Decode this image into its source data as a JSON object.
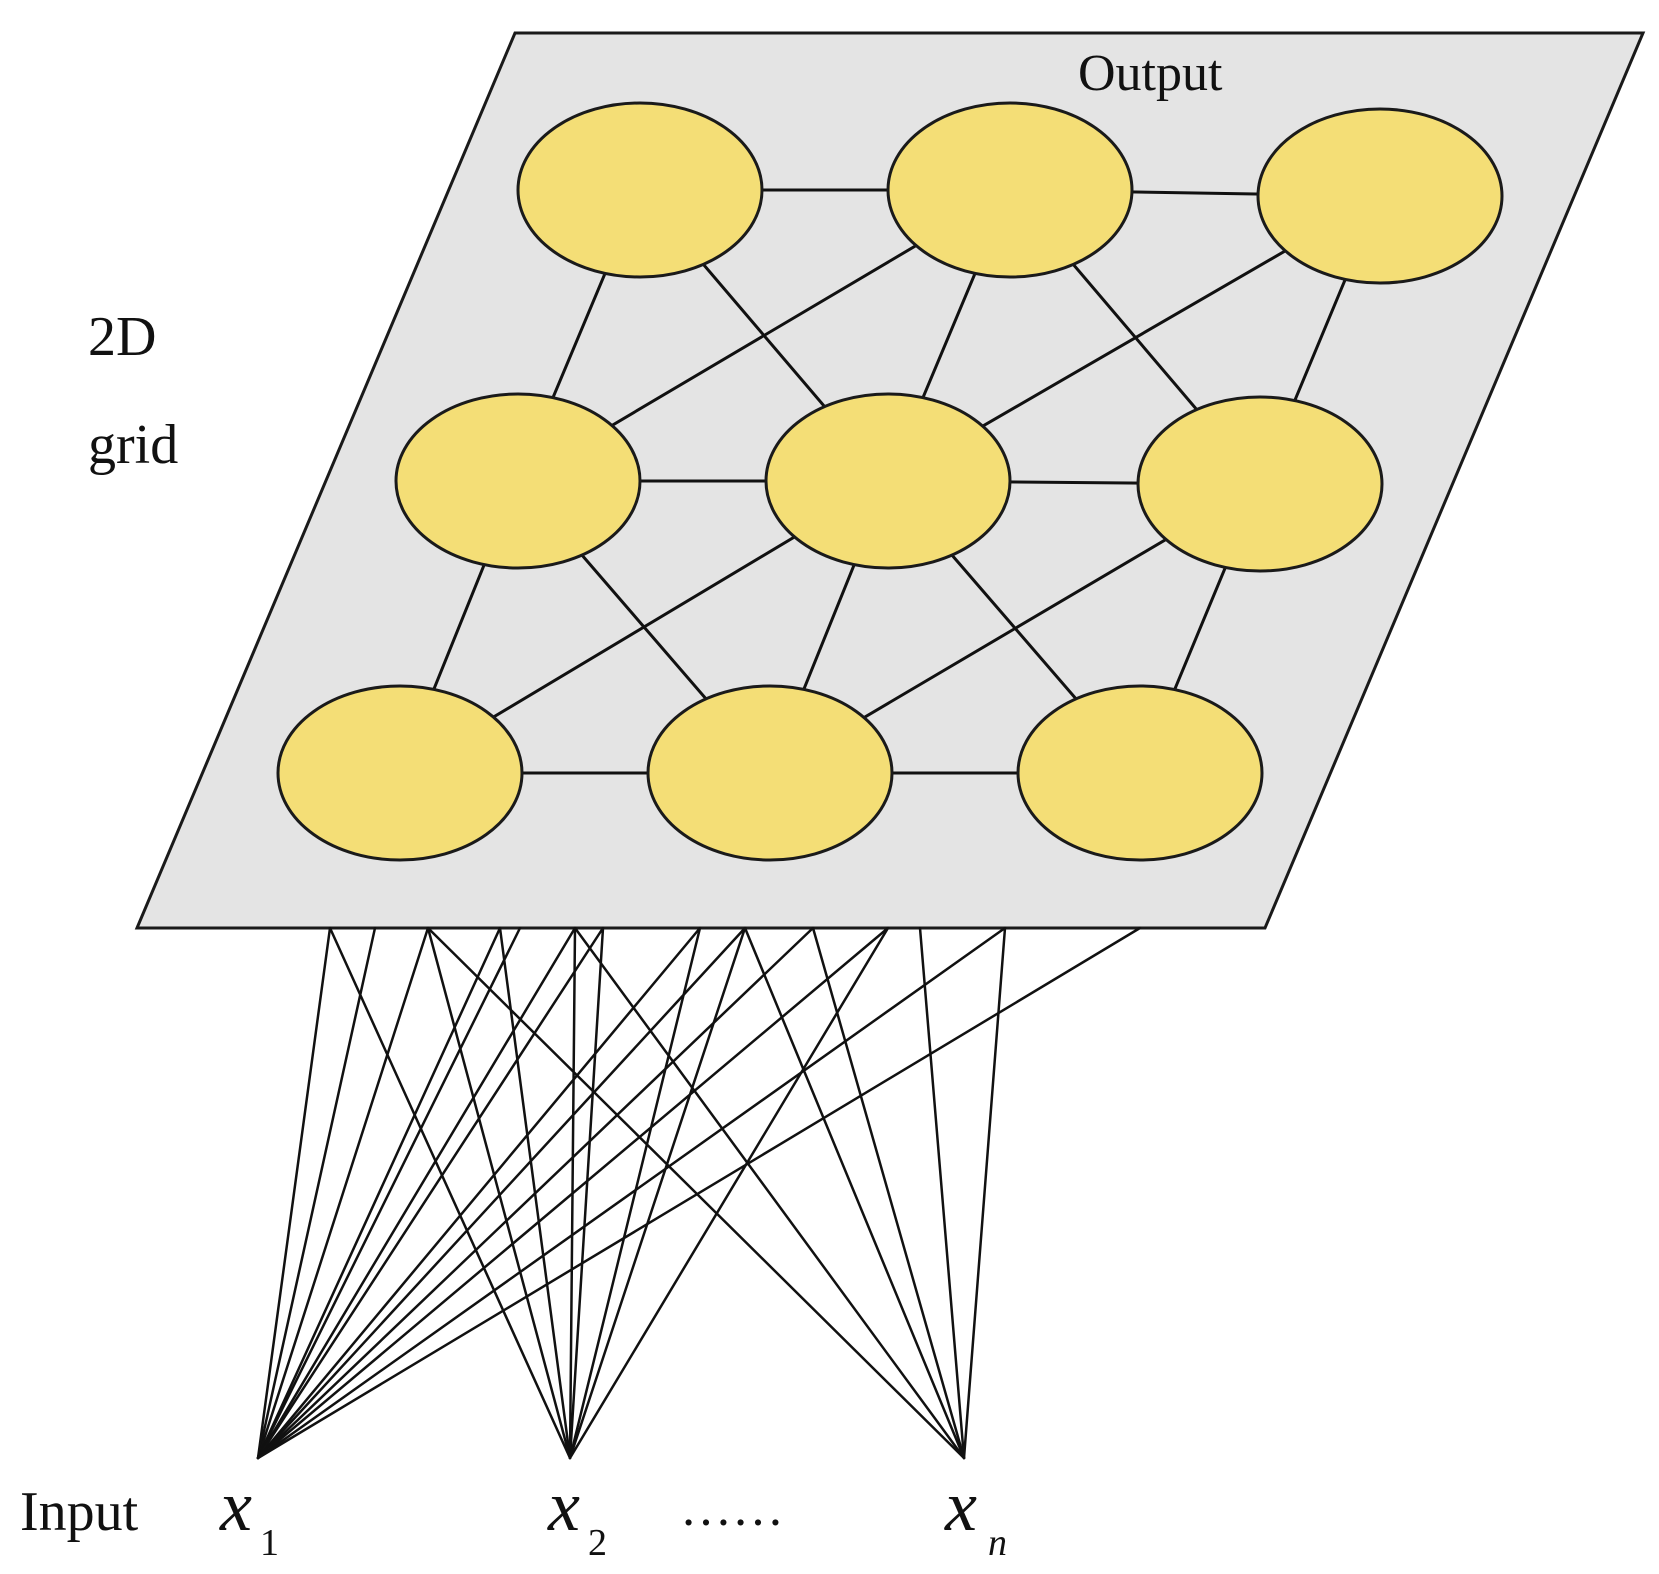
{
  "labels": {
    "output": "Output",
    "grid_line1": "2D",
    "grid_line2": "grid",
    "input": "Input",
    "ellipsis": "……"
  },
  "inputs": [
    {
      "var": "x",
      "sub": "1"
    },
    {
      "var": "x",
      "sub": "2"
    },
    {
      "var": "x",
      "sub": "n"
    }
  ],
  "colors": {
    "plane_fill": "#e4e4e4",
    "plane_stroke": "#1a1a1a",
    "node_fill": "#f4de76",
    "node_stroke": "#1a1a1a",
    "line": "#111111"
  },
  "grid": {
    "rows": 3,
    "cols": 3
  }
}
